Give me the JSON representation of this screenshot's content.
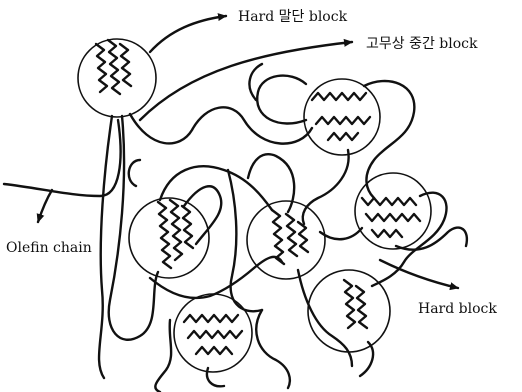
{
  "labels": {
    "hard_end_block": "Hard 말단 block",
    "rubbery_mid_block": "고무상 중간 block",
    "olefin_chain": "Olefin chain",
    "hard_block": "Hard block"
  },
  "colors": {
    "ink": "#111111",
    "background": "#ffffff"
  }
}
